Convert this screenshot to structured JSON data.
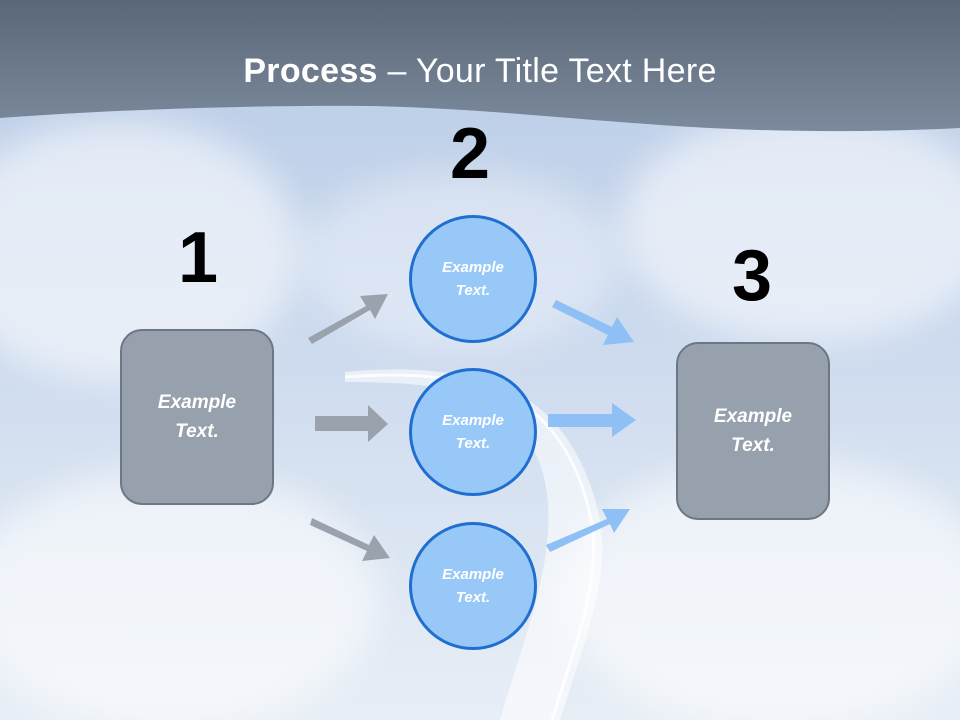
{
  "slide": {
    "title_bold": "Process",
    "title_rest": " – Your Title Text Here"
  },
  "steps": [
    {
      "number": "1",
      "text": "Example\nText."
    },
    {
      "number": "2",
      "text": "Example\nText."
    },
    {
      "number": "3",
      "text": "Example\nText."
    }
  ],
  "circles": [
    {
      "text": "Example\nText."
    },
    {
      "text": "Example\nText."
    },
    {
      "text": "Example\nText."
    }
  ],
  "colors": {
    "header": "#6f7f92",
    "box_fill": "#97a1ad",
    "circle_fill": "#98c8f8",
    "circle_border": "#1f6fd0",
    "grey_arrow": "#9aa3ad",
    "blue_arrow": "#8ec0f5"
  }
}
